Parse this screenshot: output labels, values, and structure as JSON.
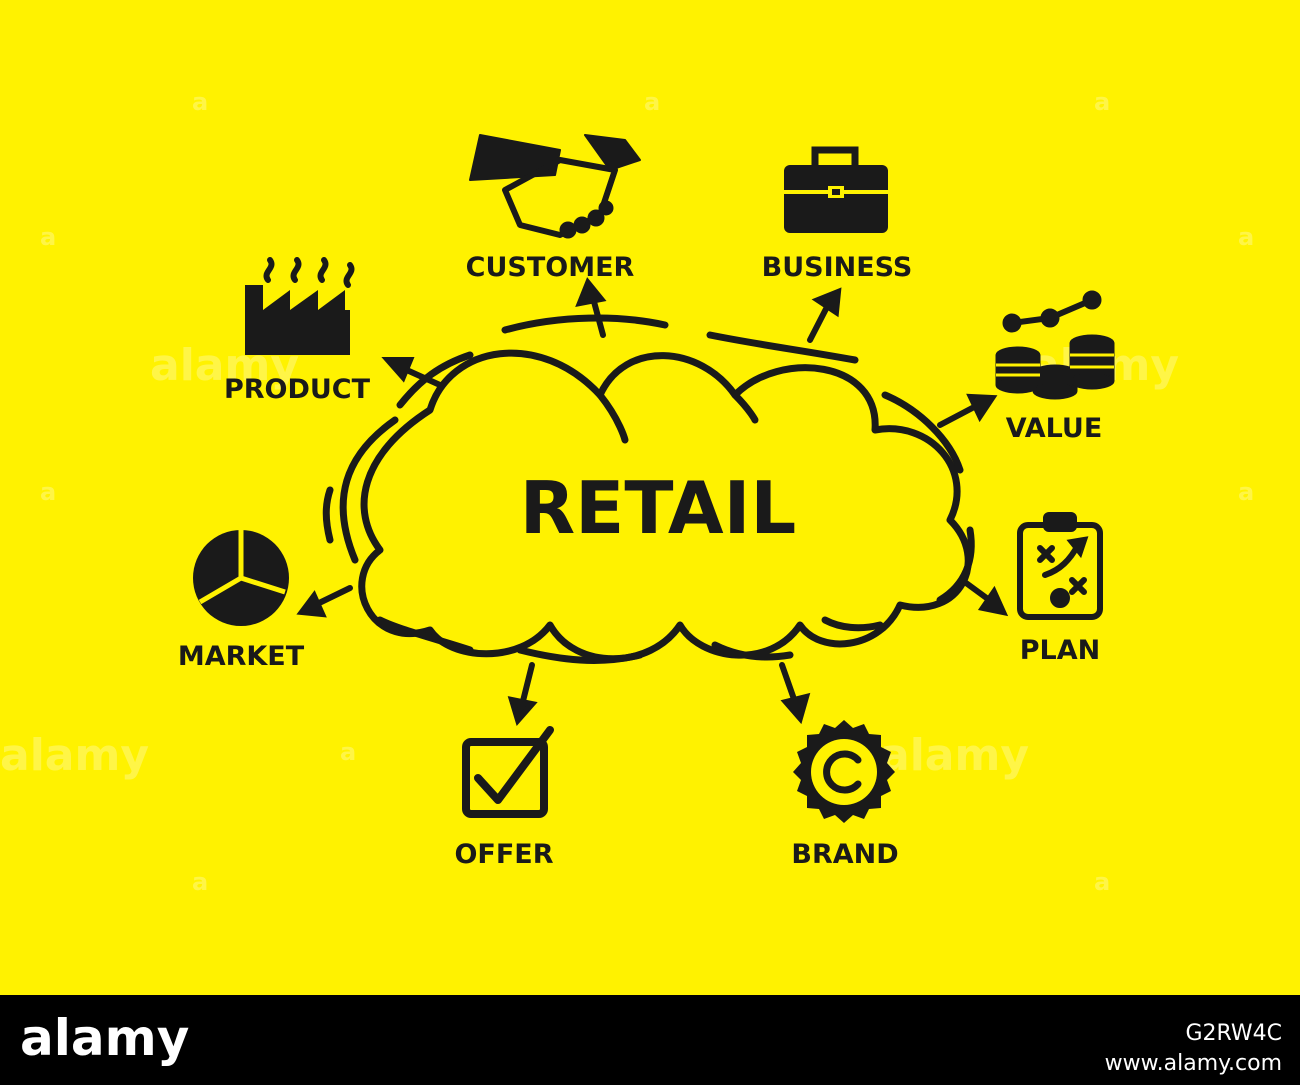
{
  "colors": {
    "background": "#fff200",
    "ink": "#1a1a1a",
    "footer": "#000000",
    "footer_text": "#ffffff"
  },
  "diagram": {
    "center": {
      "label": "RETAIL"
    },
    "nodes": [
      {
        "id": "customer",
        "label": "CUSTOMER",
        "icon": "handshake-icon"
      },
      {
        "id": "business",
        "label": "BUSINESS",
        "icon": "briefcase-icon"
      },
      {
        "id": "product",
        "label": "PRODUCT",
        "icon": "factory-icon"
      },
      {
        "id": "value",
        "label": "VALUE",
        "icon": "coins-chart-icon"
      },
      {
        "id": "market",
        "label": "MARKET",
        "icon": "pie-chart-icon"
      },
      {
        "id": "plan",
        "label": "PLAN",
        "icon": "clipboard-strategy-icon"
      },
      {
        "id": "offer",
        "label": "OFFER",
        "icon": "checkbox-icon"
      },
      {
        "id": "brand",
        "label": "BRAND",
        "icon": "copyright-seal-icon"
      }
    ]
  },
  "watermark": {
    "text": "alamy",
    "marker": "a"
  },
  "footer": {
    "logo": "alamy",
    "image_id": "G2RW4C",
    "url": "www.alamy.com"
  }
}
